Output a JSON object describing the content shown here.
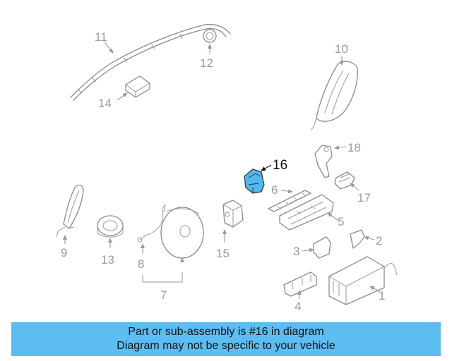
{
  "diagram": {
    "highlight_color": "#4fb8ee",
    "labels": {
      "p1": "1",
      "p2": "2",
      "p3": "3",
      "p4": "4",
      "p5": "5",
      "p6": "6",
      "p7": "7",
      "p8": "8",
      "p9": "9",
      "p10": "10",
      "p11": "11",
      "p12": "12",
      "p13": "13",
      "p14": "14",
      "p15": "15",
      "p16": "16",
      "p17": "17",
      "p18": "18"
    }
  },
  "caption": {
    "line1": "Part or sub-assembly is #16 in diagram",
    "line2": "Diagram may not be specific to your vehicle",
    "background": "#5bbdf2"
  }
}
